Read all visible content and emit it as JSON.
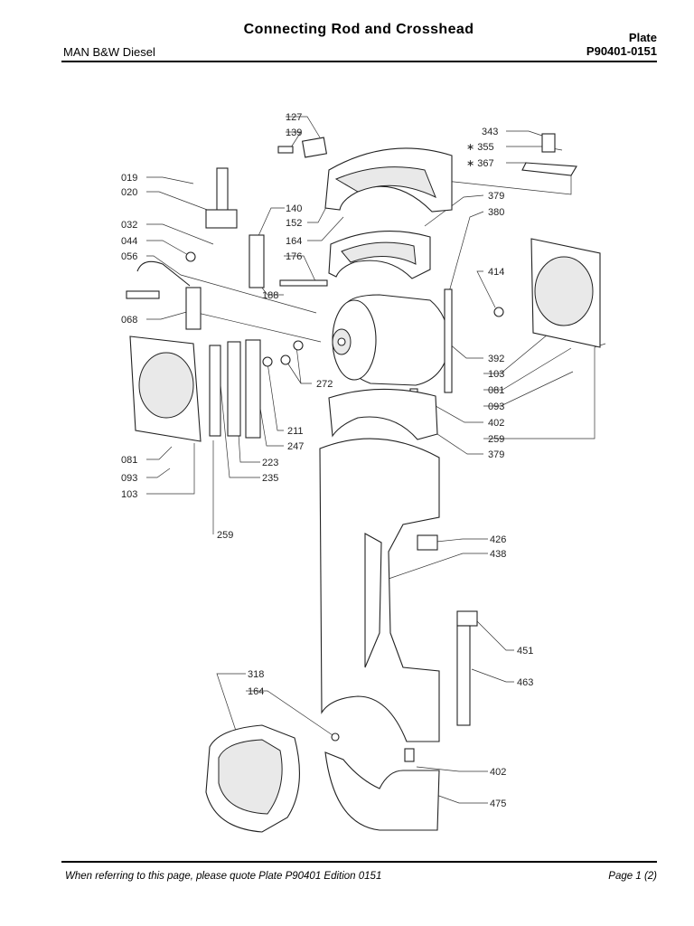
{
  "header": {
    "title": "Connecting Rod and Crosshead",
    "manufacturer": "MAN B&W Diesel",
    "plate_label": "Plate",
    "plate_number": "P90401-0151"
  },
  "footer": {
    "reference_note": "When referring to this page, please quote Plate P90401  Edition 0151",
    "page": "Page 1 (2)"
  },
  "callouts": [
    "127",
    "139",
    "343",
    "∗ 355",
    "∗ 367",
    "019",
    "020",
    "140",
    "379",
    "380",
    "032",
    "152",
    "044",
    "164",
    "056",
    "176",
    "414",
    "188",
    "068",
    "392",
    "103",
    "081",
    "272",
    "093",
    "211",
    "402",
    "259",
    "247",
    "081",
    "223",
    "379",
    "093",
    "235",
    "103",
    "259",
    "426",
    "438",
    "451",
    "318",
    "463",
    "164",
    "402",
    "475"
  ]
}
